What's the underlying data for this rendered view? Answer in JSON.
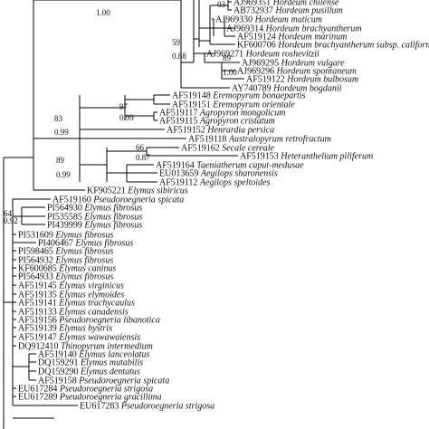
{
  "tree": {
    "taxa": [
      {
        "accession": "AJ969351",
        "species": "Hordeum chilense"
      },
      {
        "accession": "AB732937",
        "species": "Hordeum pusillum"
      },
      {
        "accession": "AJ969330",
        "species": "Hordeum muticum"
      },
      {
        "accession": "AJ969314",
        "species": "Hordeum brachyantherum"
      },
      {
        "accession": "AF519124",
        "species": "Hordeum marinum"
      },
      {
        "accession": "KF600706",
        "species": "Hordeum brachyantherum subsp. californicum"
      },
      {
        "accession": "AJ969271",
        "species": "Hordeum roshevitzii"
      },
      {
        "accession": "AJ969295",
        "species": "Hordeum vulgare"
      },
      {
        "accession": "AJ969296",
        "species": "Hordeum spontaneum"
      },
      {
        "accession": "AF519122",
        "species": "Hordeum bulbosum"
      },
      {
        "accession": "AY740789",
        "species": "Hordeum bogdanii"
      },
      {
        "accession": "AF519148",
        "species": "Eremopyrum bonaepartis"
      },
      {
        "accession": "AF519151",
        "species": "Eremopyrum orientale"
      },
      {
        "accession": "AF519117",
        "species": "Agropyron mongolicum"
      },
      {
        "accession": "AF519115",
        "species": "Agropyron cristatum"
      },
      {
        "accession": "AF519152",
        "species": "Henrardia persica"
      },
      {
        "accession": "AF519118",
        "species": "Australopyrum retrofractum"
      },
      {
        "accession": "AF519162",
        "species": "Secale cereale"
      },
      {
        "accession": "AF519153",
        "species": "Heteranthelium piliferum"
      },
      {
        "accession": "AF519164",
        "species": "Taeniatherum caput-medusae"
      },
      {
        "accession": "EU013659",
        "species": "Aegilops sharonensis"
      },
      {
        "accession": "AF519112",
        "species": "Aegilops speltoides"
      },
      {
        "accession": "KF905221",
        "species": "Elymus sibiricus"
      },
      {
        "accession": "AF519160",
        "species": "Pseudoroegneria spicata"
      },
      {
        "accession": "PI564930",
        "species": "Elymus fibrosus"
      },
      {
        "accession": "PI535585",
        "species": "Elymus fibrosus"
      },
      {
        "accession": "PI439999",
        "species": "Elymus fibrosus"
      },
      {
        "accession": "PI531609",
        "species": "Elymus fibrosus"
      },
      {
        "accession": "PI406467",
        "species": "Elymus fibrosus"
      },
      {
        "accession": "PI598465",
        "species": "Elymus fibrosus"
      },
      {
        "accession": "PI564932",
        "species": "Elymus fibrosus"
      },
      {
        "accession": "KF600685",
        "species": "Elymus caninus"
      },
      {
        "accession": "PI564933",
        "species": "Elymus fibrosus"
      },
      {
        "accession": "AF519145",
        "species": "Elymus virginicus"
      },
      {
        "accession": "AF519135",
        "species": "Elymus elymoides"
      },
      {
        "accession": "AF519141",
        "species": "Elymus trachycaulus"
      },
      {
        "accession": "AF519133",
        "species": "Elymus canadensis"
      },
      {
        "accession": "AF519156",
        "species": "Pseudoroegneria libanotica"
      },
      {
        "accession": "AF519139",
        "species": "Elymus hystrix"
      },
      {
        "accession": "AF519147",
        "species": "Elymus wawawaiensis"
      },
      {
        "accession": "DQ912410",
        "species": "Thinopyrum intermedium"
      },
      {
        "accession": "AF519140",
        "species": "Elymus lanceolatus"
      },
      {
        "accession": "DQ159291",
        "species": "Elymus mutabilis"
      },
      {
        "accession": "DQ159290",
        "species": "Elymus dentatus"
      },
      {
        "accession": "AF519158",
        "species": "Pseudoroegneria spicata"
      },
      {
        "accession": "EU617284",
        "species": "Pseudoroegneria strigosa"
      },
      {
        "accession": "EU617289",
        "species": "Pseudoroegneria gracillima"
      },
      {
        "accession": "EU617283",
        "species": "Pseudoroegneria strigosa"
      }
    ],
    "support": [
      {
        "boot": "",
        "prob": "1.00"
      },
      {
        "boot": "59",
        "prob": "0.88"
      },
      {
        "boot": "89",
        "prob": "1.00"
      },
      {
        "boot": "97",
        "prob": "0.99"
      },
      {
        "boot": "83",
        "prob": "0.99"
      },
      {
        "boot": "66",
        "prob": "0.87"
      },
      {
        "boot": "89",
        "prob": "0.99"
      },
      {
        "boot": "64",
        "prob": "0.92"
      }
    ],
    "partial": {
      "top_label": "03"
    }
  }
}
